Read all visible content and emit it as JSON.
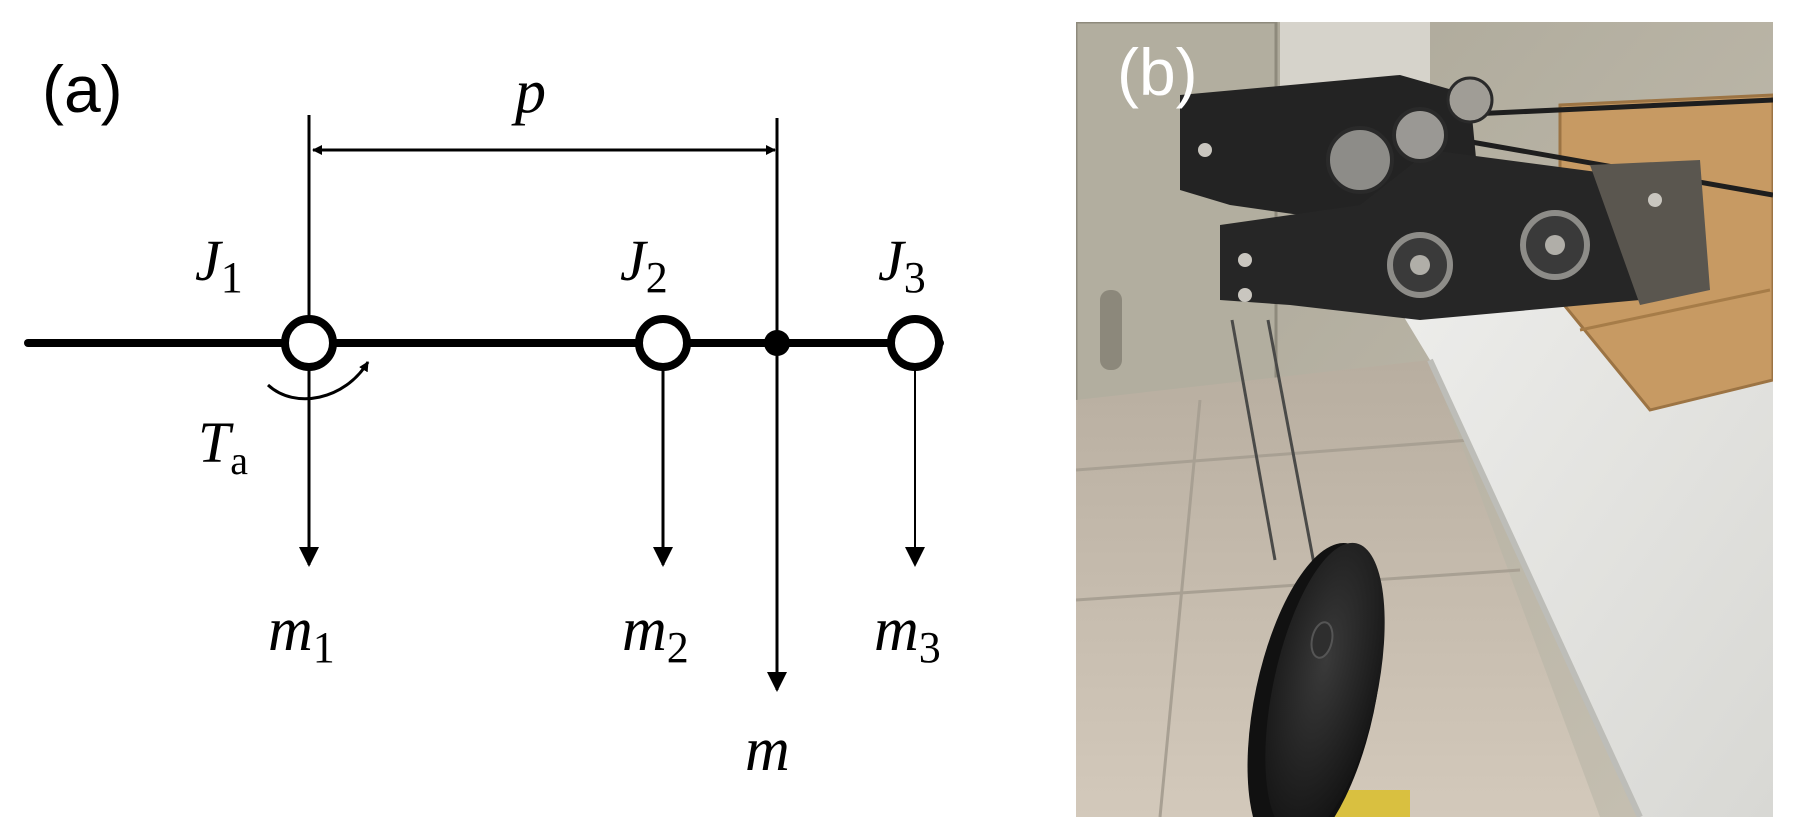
{
  "panel_a": {
    "label": "(a)",
    "distance_label": "p",
    "joints": [
      {
        "symbol": "J",
        "index": "1"
      },
      {
        "symbol": "J",
        "index": "2"
      },
      {
        "symbol": "J",
        "index": "3"
      }
    ],
    "torque": {
      "symbol": "T",
      "index": "a"
    },
    "masses": [
      {
        "symbol": "m",
        "index": "1"
      },
      {
        "symbol": "m",
        "index": "2"
      },
      {
        "symbol": "m",
        "index": "3"
      }
    ],
    "payload": {
      "symbol": "m"
    }
  },
  "panel_b": {
    "label": "(b)"
  },
  "colors": {
    "ink": "#000000",
    "photo_wall": "#b9b4a6",
    "photo_floor": "#c9c0b2",
    "table_top": "#e6e6e3",
    "plywood": "#c79a63",
    "bracket": "#232323",
    "weight": "#1c1c1c"
  }
}
